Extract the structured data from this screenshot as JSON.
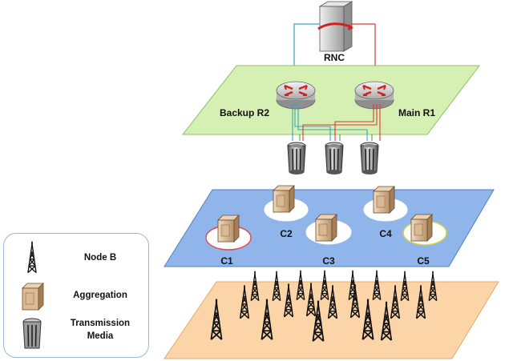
{
  "rnc": {
    "label": "RNC"
  },
  "routers": [
    {
      "label": "Backup R2"
    },
    {
      "label": "Main R1"
    }
  ],
  "clusters": [
    {
      "label": "C1"
    },
    {
      "label": "C2"
    },
    {
      "label": "C3"
    },
    {
      "label": "C4"
    },
    {
      "label": "C5"
    }
  ],
  "legend": {
    "items": [
      {
        "label": "Node B",
        "icon": "antenna-tower-icon"
      },
      {
        "label": "Aggregation",
        "icon": "aggregation-box-icon"
      },
      {
        "label_line1": "Transmission",
        "label_line2": "Media",
        "icon": "transmission-media-icon"
      }
    ]
  },
  "colors": {
    "router_plane": "#d6f0b4",
    "aggregation_plane": "#8fb5ea",
    "nodeb_plane": "#fbd4a8",
    "link_red": "#d83a3a",
    "link_teal": "#3aa6b8",
    "cluster_c1": "#e04848",
    "cluster_c5": "#d8d040"
  }
}
